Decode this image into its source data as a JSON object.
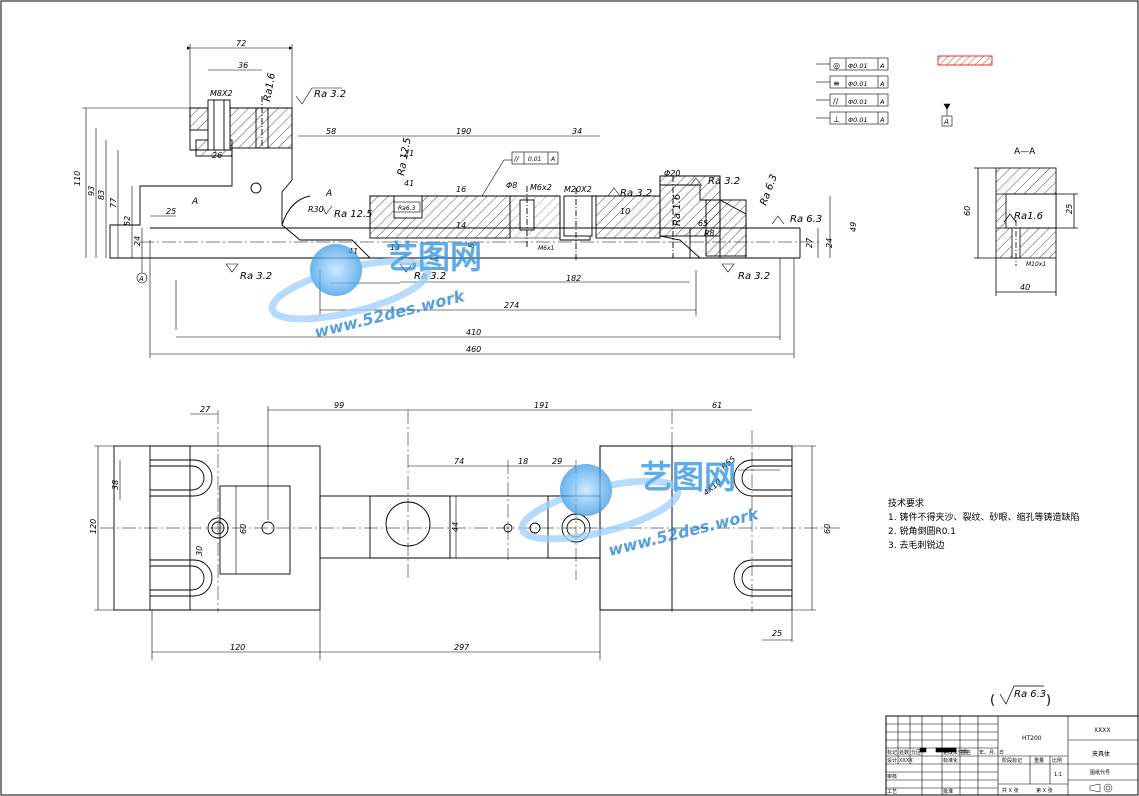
{
  "top_view": {
    "dims": {
      "d72": "72",
      "d36": "36",
      "m8x2": "M8X2",
      "ra16_tl": "Ra1.6",
      "ra32_top": "Ra 3.2",
      "d58": "58",
      "d190": "190",
      "d34": "34",
      "d110": "110",
      "d93": "93",
      "d83": "83",
      "d77": "77",
      "d52": "52",
      "d24": "24",
      "d26": "26",
      "d25": "25",
      "a_left": "A",
      "a_right": "A",
      "r30": "R30",
      "ra125_left": "Ra 12.5",
      "ra125_rot": "Ra 12.5",
      "d21": "21",
      "d41box": "41",
      "ra63_box": "Ra6.3",
      "d16": "16",
      "d14": "14",
      "d8": "8",
      "d41": "41",
      "d13": "13",
      "phi8": "Φ8",
      "m6x2": "M6x2",
      "m20x2": "M20X2",
      "d10": "10",
      "ra32_mid": "Ra 3.2",
      "phi20": "Φ20",
      "ra16_v": "Ra 1.6",
      "d65": "65",
      "r8": "R8",
      "ra32_r": "Ra 3.2",
      "ra63_rot": "Ra 6.3",
      "ra63_r": "Ra 6.3",
      "d49": "49",
      "d27": "27",
      "d24r": "24",
      "ra32_bl": "Ra 3.2",
      "ra32_bm": "Ra 3.2",
      "ra32_br": "Ra 3.2",
      "d182": "182",
      "d274": "274",
      "d410": "410",
      "d460": "460",
      "datum": "A",
      "m6x1": "M6x1",
      "tol_par": "0.01",
      "tol_par_ref": "A"
    }
  },
  "gdt": [
    {
      "symbol": "◎",
      "value": "Φ0.01",
      "datum": "A"
    },
    {
      "symbol": "≡",
      "value": "Φ0.01",
      "datum": "A"
    },
    {
      "symbol": "//",
      "value": "Φ0.01",
      "datum": "A"
    },
    {
      "symbol": "⊥",
      "value": "Φ0.01",
      "datum": "A"
    }
  ],
  "datum_label": "A",
  "section": {
    "title": "A—A",
    "d60": "60",
    "d25": "25",
    "d40": "40",
    "ra16": "Ra1.6",
    "m10x1": "M10x1"
  },
  "plan_view": {
    "dims": {
      "d27": "27",
      "d99": "99",
      "d191": "191",
      "d61": "61",
      "d74": "74",
      "d18": "18",
      "d29": "29",
      "d38": "38",
      "d120": "120",
      "d60": "60",
      "d30": "30",
      "d44": "44",
      "d60r": "60",
      "r55": "R55",
      "d4x10": "4X10",
      "d120b": "120",
      "d297": "297",
      "d25": "25"
    }
  },
  "tech_req": {
    "title": "技术要求",
    "items": [
      "1. 铸件不得夹沙、裂纹、砂眼、缩孔等铸造缺陷",
      "2. 锐角倒圆R0.1",
      "3. 去毛刺锐边"
    ]
  },
  "general_roughness": {
    "open": "(",
    "ra": "Ra 6.3",
    "close": ")"
  },
  "title_block": {
    "material": "HT200",
    "code_top": "XXXX",
    "part_name": "夹具体",
    "scale": "1:1",
    "drawing_no": "图纸代号",
    "stage": "阶段标记",
    "weight": "重量",
    "scale_label": "比例",
    "designer": "设计",
    "designer_name": "XXXX",
    "standard": "标准化",
    "review": "审核",
    "process": "工艺",
    "approve": "批准",
    "sheets": "共 X 张",
    "sheet_no": "第 X 张",
    "header_cells": [
      "标记",
      "处数",
      "分区",
      "更改文件号",
      "签名",
      "年、月、日"
    ]
  },
  "watermark": {
    "brand": "艺图网",
    "url": "www.52des.work"
  }
}
